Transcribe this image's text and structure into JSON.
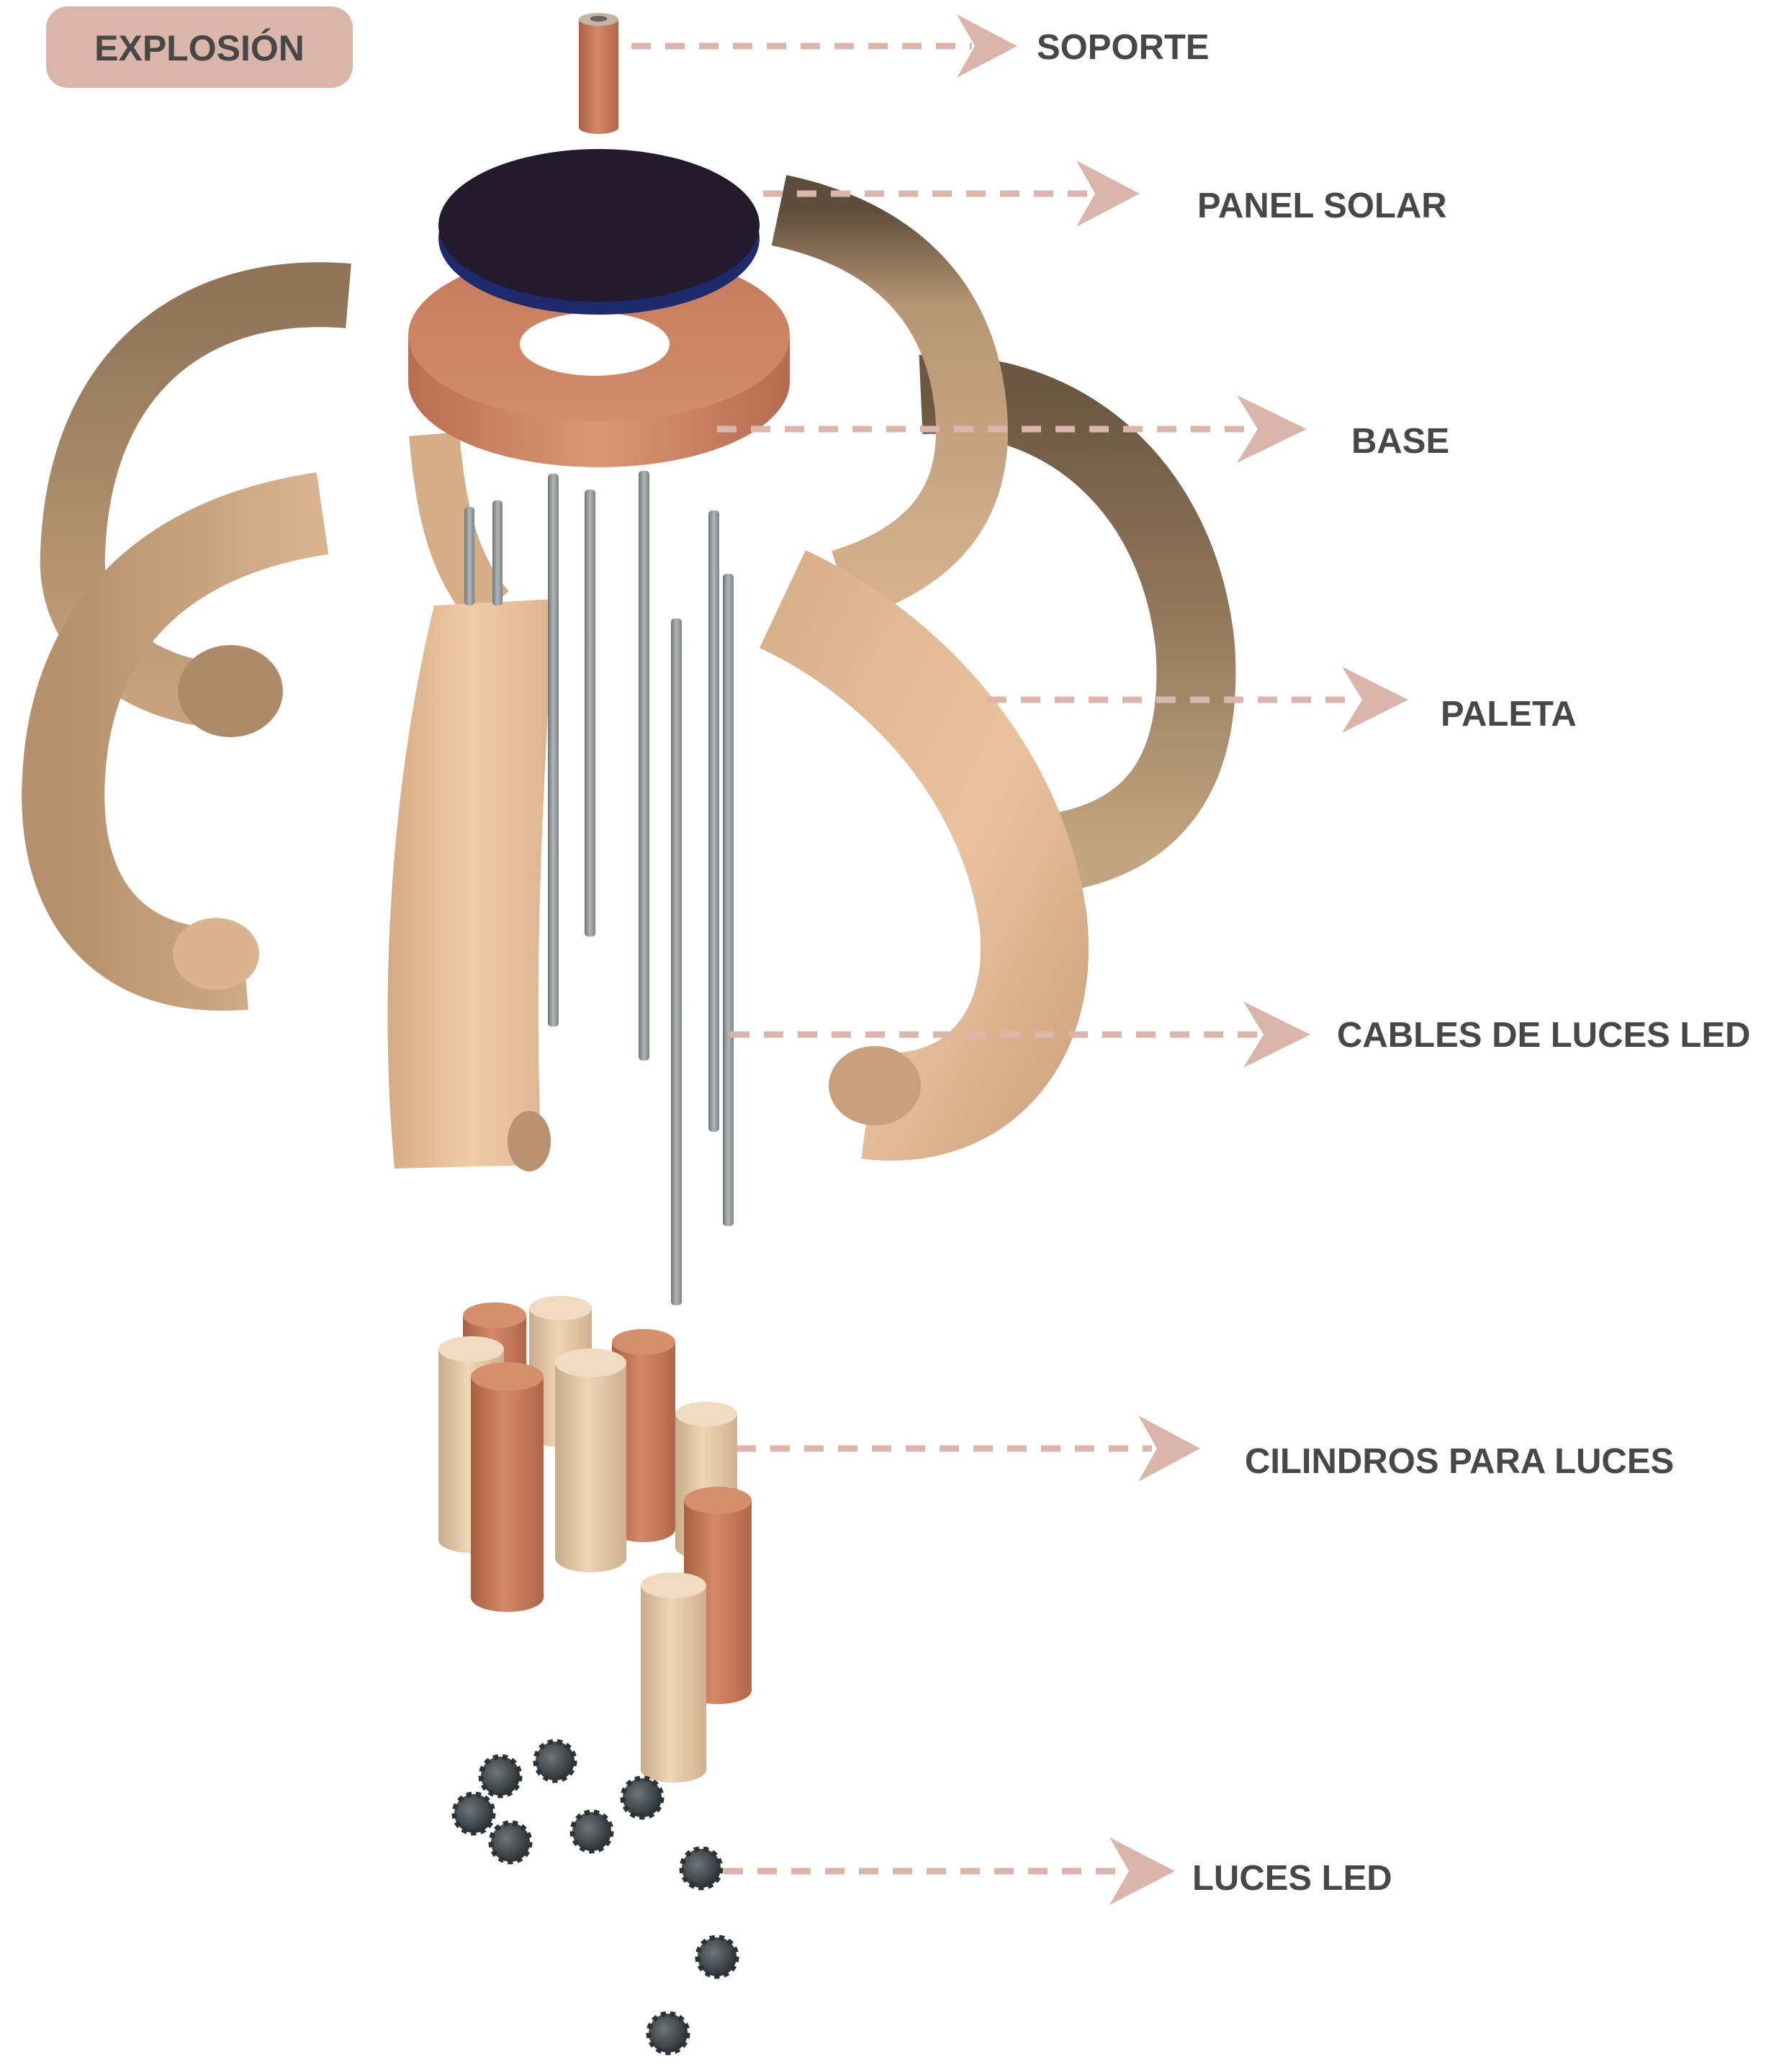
{
  "badge": {
    "label": "EXPLOSIÓN"
  },
  "labels": {
    "soporte": "SOPORTE",
    "panel_solar": "PANEL SOLAR",
    "base": "BASE",
    "paleta": "PALETA",
    "cables_luces_led": "CABLES DE LUCES LED",
    "cilindros_para_luces": "CILINDROS PARA LUCES",
    "luces_led": "LUCES LED"
  },
  "colors": {
    "accent": "#dab6aa",
    "text": "#474747",
    "terracotta": "#d58f6d",
    "cream": "#f0dac0",
    "panel": "#231b2d",
    "led": "#2c3236"
  }
}
